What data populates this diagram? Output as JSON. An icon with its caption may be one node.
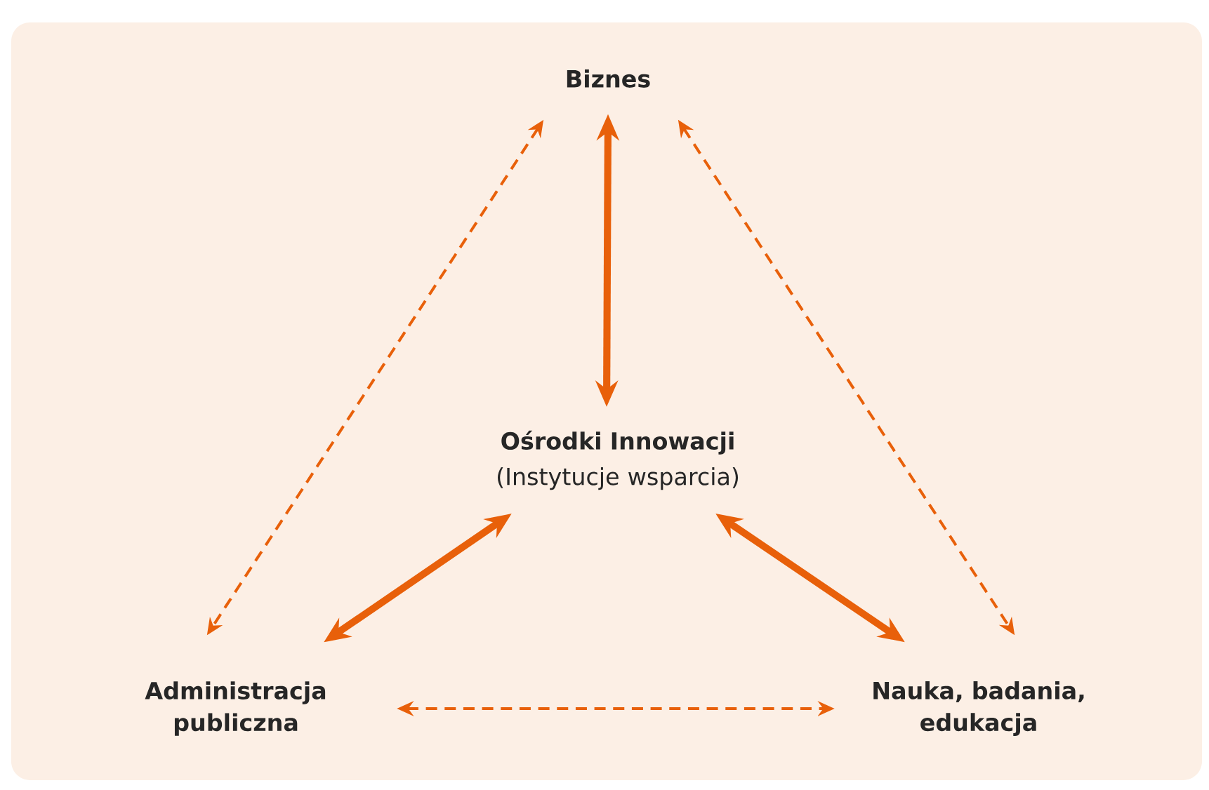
{
  "diagram": {
    "nodes": [
      {
        "text": [
          "Biznes"
        ]
      },
      {
        "text": [
          "Ośrodki Innowacji",
          "(Instytucje wsparcia)"
        ]
      },
      {
        "text": [
          "Administracja publiczna"
        ]
      },
      {
        "text": [
          "Nauka, badania, edukacja"
        ]
      }
    ],
    "edges": [
      {
        "from": 0,
        "to": 1,
        "arrow": "both",
        "style": "thick"
      },
      {
        "from": 0,
        "to": 2,
        "arrow": "both",
        "style": "dashed"
      },
      {
        "from": 0,
        "to": 3,
        "arrow": "both",
        "style": "dashed"
      },
      {
        "from": 1,
        "to": 2,
        "arrow": "both",
        "style": "thick"
      },
      {
        "from": 1,
        "to": 3,
        "arrow": "both",
        "style": "thick"
      },
      {
        "from": 2,
        "to": 3,
        "arrow": "both",
        "style": "dashed"
      }
    ]
  }
}
